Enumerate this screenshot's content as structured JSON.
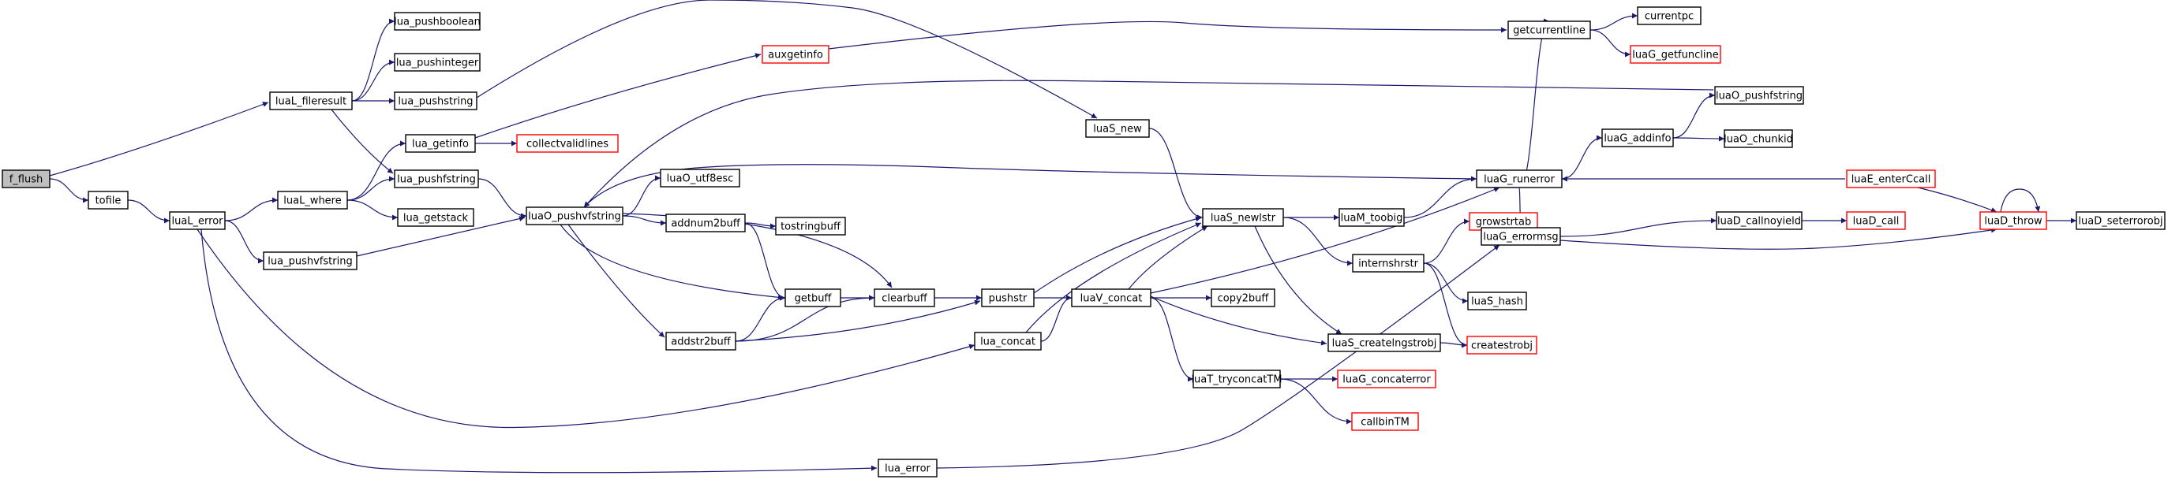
{
  "colors": {
    "edge": "#191970",
    "node_border": "#000000",
    "truncated_border": "#ff0000",
    "root_fill": "#bfbfbf",
    "node_fill": "#ffffff"
  },
  "nodes": {
    "f_flush": "f_flush",
    "tofile": "tofile",
    "luaL_fileresult": "luaL_fileresult",
    "luaL_error": "luaL_error",
    "lua_pushboolean": "lua_pushboolean",
    "lua_pushinteger": "lua_pushinteger",
    "lua_pushstring": "lua_pushstring",
    "luaL_where": "luaL_where",
    "lua_getinfo": "lua_getinfo",
    "lua_pushfstring": "lua_pushfstring",
    "lua_getstack": "lua_getstack",
    "lua_pushvfstring": "lua_pushvfstring",
    "collectvalidlines": "collectvalidlines",
    "auxgetinfo": "auxgetinfo",
    "luaO_pushvfstring": "luaO_pushvfstring",
    "luaO_utf8esc": "luaO_utf8esc",
    "addnum2buff": "addnum2buff",
    "tostringbuff": "tostringbuff",
    "getbuff": "getbuff",
    "addstr2buff": "addstr2buff",
    "clearbuff": "clearbuff",
    "pushstr": "pushstr",
    "lua_concat": "lua_concat",
    "luaS_new": "luaS_new",
    "luaV_concat": "luaV_concat",
    "luaS_newlstr": "luaS_newlstr",
    "copy2buff": "copy2buff",
    "luaT_tryconcatTM": "luaT_tryconcatTM",
    "luaG_concaterror": "luaG_concaterror",
    "callbinTM": "callbinTM",
    "luaM_toobig": "luaM_toobig",
    "internshrstr": "internshrstr",
    "growstrtab": "growstrtab",
    "luaS_hash": "luaS_hash",
    "luaS_createlngstrobj": "luaS_createlngstrobj",
    "createstrobj": "createstrobj",
    "lua_error": "lua_error",
    "getcurrentline": "getcurrentline",
    "currentpc": "currentpc",
    "luaG_getfuncline": "luaG_getfuncline",
    "luaO_pushfstring": "luaO_pushfstring",
    "luaG_addinfo": "luaG_addinfo",
    "luaO_chunkid": "luaO_chunkid",
    "luaG_runerror": "luaG_runerror",
    "luaG_errormsg": "luaG_errormsg",
    "luaD_callnoyield": "luaD_callnoyield",
    "luaD_call": "luaD_call",
    "luaE_enterCcall": "luaE_enterCcall",
    "luaD_throw": "luaD_throw",
    "luaD_seterrorobj": "luaD_seterrorobj"
  },
  "truncated": [
    "collectvalidlines",
    "auxgetinfo",
    "growstrtab",
    "createstrobj",
    "luaG_concaterror",
    "callbinTM",
    "luaG_getfuncline",
    "luaD_call",
    "luaE_enterCcall",
    "luaD_throw"
  ],
  "root": "f_flush",
  "edges": [
    [
      "f_flush",
      "luaL_fileresult"
    ],
    [
      "f_flush",
      "tofile"
    ],
    [
      "tofile",
      "luaL_error"
    ],
    [
      "luaL_fileresult",
      "lua_pushboolean"
    ],
    [
      "luaL_fileresult",
      "lua_pushinteger"
    ],
    [
      "luaL_fileresult",
      "lua_pushstring"
    ],
    [
      "luaL_fileresult",
      "lua_pushfstring"
    ],
    [
      "luaL_error",
      "luaL_where"
    ],
    [
      "luaL_error",
      "lua_pushvfstring"
    ],
    [
      "luaL_error",
      "lua_concat"
    ],
    [
      "luaL_error",
      "lua_error"
    ],
    [
      "luaL_where",
      "lua_getinfo"
    ],
    [
      "luaL_where",
      "lua_pushfstring"
    ],
    [
      "luaL_where",
      "lua_getstack"
    ],
    [
      "lua_pushstring",
      "luaS_new"
    ],
    [
      "lua_getinfo",
      "collectvalidlines"
    ],
    [
      "lua_getinfo",
      "auxgetinfo"
    ],
    [
      "auxgetinfo",
      "getcurrentline"
    ],
    [
      "lua_pushfstring",
      "luaO_pushvfstring"
    ],
    [
      "lua_pushvfstring",
      "luaO_pushvfstring"
    ],
    [
      "luaO_pushvfstring",
      "luaO_utf8esc"
    ],
    [
      "luaO_pushvfstring",
      "addnum2buff"
    ],
    [
      "luaO_pushvfstring",
      "getbuff"
    ],
    [
      "luaO_pushvfstring",
      "addstr2buff"
    ],
    [
      "luaO_pushvfstring",
      "clearbuff"
    ],
    [
      "addnum2buff",
      "tostringbuff"
    ],
    [
      "addnum2buff",
      "getbuff"
    ],
    [
      "addstr2buff",
      "getbuff"
    ],
    [
      "addstr2buff",
      "clearbuff"
    ],
    [
      "addstr2buff",
      "pushstr"
    ],
    [
      "getbuff",
      "clearbuff"
    ],
    [
      "clearbuff",
      "pushstr"
    ],
    [
      "pushstr",
      "luaS_newlstr"
    ],
    [
      "pushstr",
      "luaV_concat"
    ],
    [
      "lua_concat",
      "luaV_concat"
    ],
    [
      "lua_concat",
      "luaS_newlstr"
    ],
    [
      "luaS_new",
      "luaS_newlstr"
    ],
    [
      "luaV_concat",
      "luaS_newlstr"
    ],
    [
      "luaV_concat",
      "copy2buff"
    ],
    [
      "luaV_concat",
      "luaS_createlngstrobj"
    ],
    [
      "luaV_concat",
      "luaT_tryconcatTM"
    ],
    [
      "luaV_concat",
      "luaG_runerror"
    ],
    [
      "luaT_tryconcatTM",
      "luaG_concaterror"
    ],
    [
      "luaT_tryconcatTM",
      "callbinTM"
    ],
    [
      "luaS_newlstr",
      "luaM_toobig"
    ],
    [
      "luaS_newlstr",
      "internshrstr"
    ],
    [
      "luaS_newlstr",
      "luaS_createlngstrobj"
    ],
    [
      "luaM_toobig",
      "luaG_runerror"
    ],
    [
      "internshrstr",
      "growstrtab"
    ],
    [
      "internshrstr",
      "luaS_hash"
    ],
    [
      "internshrstr",
      "createstrobj"
    ],
    [
      "luaS_createlngstrobj",
      "createstrobj"
    ],
    [
      "lua_error",
      "luaG_errormsg"
    ],
    [
      "luaG_runerror",
      "luaO_pushvfstring"
    ],
    [
      "luaG_runerror",
      "getcurrentline"
    ],
    [
      "luaG_runerror",
      "luaG_addinfo"
    ],
    [
      "luaG_runerror",
      "luaG_errormsg"
    ],
    [
      "getcurrentline",
      "currentpc"
    ],
    [
      "getcurrentline",
      "luaG_getfuncline"
    ],
    [
      "luaG_addinfo",
      "luaO_pushfstring"
    ],
    [
      "luaG_addinfo",
      "luaO_chunkid"
    ],
    [
      "luaO_pushfstring",
      "luaO_pushvfstring"
    ],
    [
      "luaG_errormsg",
      "luaD_callnoyield"
    ],
    [
      "luaG_errormsg",
      "luaD_throw"
    ],
    [
      "luaD_callnoyield",
      "luaD_call"
    ],
    [
      "luaE_enterCcall",
      "luaG_runerror"
    ],
    [
      "luaE_enterCcall",
      "luaD_throw"
    ],
    [
      "luaD_throw",
      "luaD_throw"
    ],
    [
      "luaD_throw",
      "luaD_seterrorobj"
    ]
  ]
}
